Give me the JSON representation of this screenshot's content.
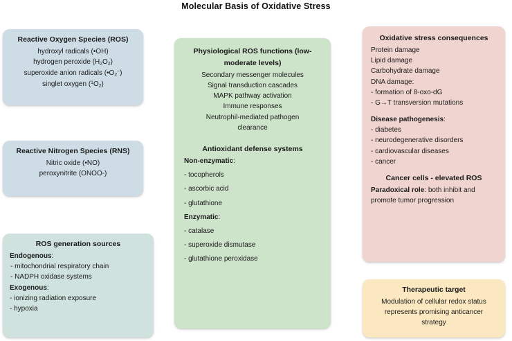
{
  "title": "Molecular Basis of Oxidative Stress",
  "colors": {
    "blue": "#cddce5",
    "mint": "#cfe2dd",
    "green": "#cde3ca",
    "pink": "#efd4cf",
    "cream": "#fbe8c0",
    "text": "#1b1b1b",
    "background": "#ffffff"
  },
  "cards": {
    "ros": {
      "heading": "Reactive Oxygen Species (ROS)",
      "items": [
        "hydroxyl radicals (•OH)",
        "hydrogen peroxide (H2O2)",
        "superoxide anion radicals (•O2⁻)",
        "singlet oxygen (1O2)"
      ]
    },
    "rns": {
      "heading": "Reactive Nitrogen Species (RNS)",
      "items": [
        "Nitric oxide (•NO)",
        "peroxynitrite (ONOO-)"
      ]
    },
    "sources": {
      "heading": "ROS generation sources",
      "endogenous_label": "Endogenous",
      "endogenous_items": [
        "-  mitochondrial respiratory chain",
        "-  NADPH oxidase systems"
      ],
      "exogenous_label": "Exogenous",
      "exogenous_items": [
        "- ionizing radiation exposure",
        "- hypoxia"
      ]
    },
    "physiological": {
      "heading_line1": "Physiological ROS functions (low-",
      "heading_line2": "moderate levels)",
      "items": [
        "Secondary messenger molecules",
        "Signal transduction cascades",
        "MAPK pathway activation",
        "Immune responses"
      ],
      "item_wrapped_line1": "Neutrophil-mediated pathogen",
      "item_wrapped_line2": "clearance",
      "antioxidant_heading": "Antioxidant defense systems",
      "non_enzymatic_label": "Non-enzymatic",
      "non_enzymatic_items": [
        "- tocopherols",
        "- ascorbic acid",
        "- glutathione"
      ],
      "enzymatic_label": "Enzymatic",
      "enzymatic_items": [
        "- catalase",
        "- superoxide dismutase",
        "- glutathione peroxidase"
      ]
    },
    "consequences": {
      "heading": "Oxidative stress consequences",
      "damage_items": [
        "Protein damage",
        "Lipid damage",
        "Carbohydrate damage",
        "DNA damage:"
      ],
      "dna_sub_items": [
        "- formation of 8-oxo-dG",
        "- G→T transversion mutations"
      ],
      "pathogenesis_label": "Disease pathogenesis",
      "pathogenesis_items": [
        "- diabetes",
        "- neurodegenerative disorders",
        "- cardiovascular diseases",
        "- cancer"
      ],
      "cancer_heading": "Cancer cells - elevated ROS",
      "paradox_label": "Paradoxical role",
      "paradox_rest": ": both inhibit and",
      "paradox_line2": "promote tumor progression"
    },
    "therapeutic": {
      "heading": "Therapeutic target",
      "line1": "Modulation of cellular redox status",
      "line2": "represents promising anticancer",
      "line3": "strategy"
    }
  }
}
